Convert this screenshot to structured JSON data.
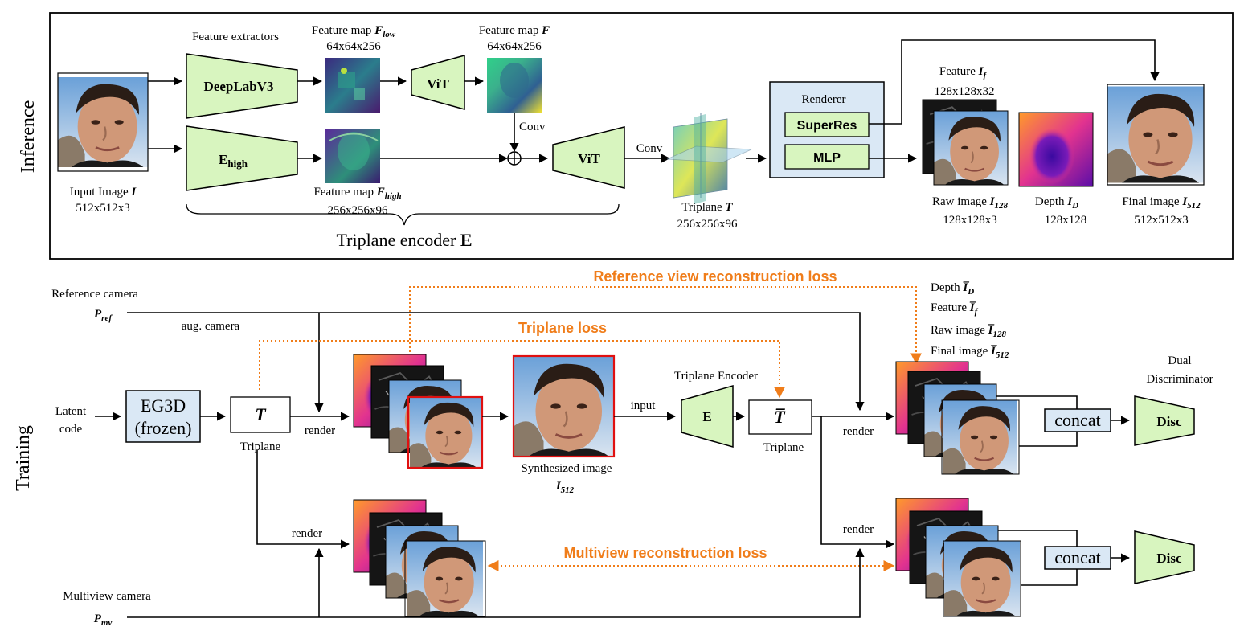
{
  "inference": {
    "section_label": "Inference",
    "input_image_label": "Input Image ",
    "input_image_var": "I",
    "input_image_size": "512x512x3",
    "feature_extractors": "Feature extractors",
    "deeplab": "DeepLabV3",
    "ehigh_main": "E",
    "ehigh_sub": "high",
    "fmap_low_label": "Feature map ",
    "fmap_low_var": "F",
    "fmap_low_sub": "low",
    "fmap_low_size": "64x64x256",
    "vit_small": "ViT",
    "fmap_label": "Feature map ",
    "fmap_var": "F",
    "fmap_size": "64x64x256",
    "conv_label": "Conv",
    "fmap_high_label": "Feature map ",
    "fmap_high_var": "F",
    "fmap_high_sub": "high",
    "fmap_high_size": "256x256x96",
    "vit_large": "ViT",
    "conv2_label": "Conv",
    "triplane_encoder": "Triplane encoder ",
    "triplane_encoder_var": "E",
    "triplane_label": "Triplane ",
    "triplane_var": "T",
    "triplane_size": "256x256x96",
    "renderer": "Renderer",
    "superres": "SuperRes",
    "mlp": "MLP",
    "feature_if_label": "Feature ",
    "feature_if_var": "I",
    "feature_if_sub": "f",
    "feature_if_size": "128x128x32",
    "raw_label": "Raw image ",
    "raw_var": "I",
    "raw_sub": "128",
    "raw_size": "128x128x3",
    "depth_label": "Depth  ",
    "depth_var": "I",
    "depth_sub": "D",
    "depth_size": "128x128",
    "final_label": "Final image ",
    "final_var": "I",
    "final_sub": "512",
    "final_size": "512x512x3"
  },
  "training": {
    "section_label": "Training",
    "ref_camera": "Reference camera",
    "p_ref_var": "P",
    "p_ref_sub": "ref",
    "aug_camera": "aug. camera",
    "latent_line1": "Latent",
    "latent_line2": "code",
    "eg3d_line1": "EG3D",
    "eg3d_line2": "(frozen)",
    "t_var": "T",
    "triplane1": "Triplane",
    "render1": "render",
    "synth_label": "Synthesized image",
    "synth_var": "I",
    "synth_sub": "512",
    "input_label": "input",
    "triplane_encoder_label": "Triplane Encoder",
    "e_label": "E",
    "tbar_var": "T̅",
    "triplane2": "Triplane",
    "render2": "render",
    "render3": "render",
    "render4": "render",
    "multiview_camera": "Multiview camera",
    "p_mv_var": "P",
    "p_mv_sub": "mv",
    "out_depth": "Depth ",
    "out_feature": "Feature ",
    "out_raw": "Raw image ",
    "out_final": "Final image ",
    "out_var": "I̅",
    "out_depth_sub": "D",
    "out_feature_sub": "f",
    "out_raw_sub": "128",
    "out_final_sub": "512",
    "dual_line1": "Dual",
    "dual_line2": "Discriminator",
    "concat1": "concat",
    "concat2": "concat",
    "disc1": "Disc",
    "disc2": "Disc",
    "loss_ref": "Reference view reconstruction loss",
    "loss_triplane": "Triplane loss",
    "loss_multiview": "Multiview reconstruction loss"
  },
  "colors": {
    "orange": "#f07d1a",
    "green": "#d8f5bf",
    "blue": "#dae8f5",
    "red_border": "#e01010"
  }
}
